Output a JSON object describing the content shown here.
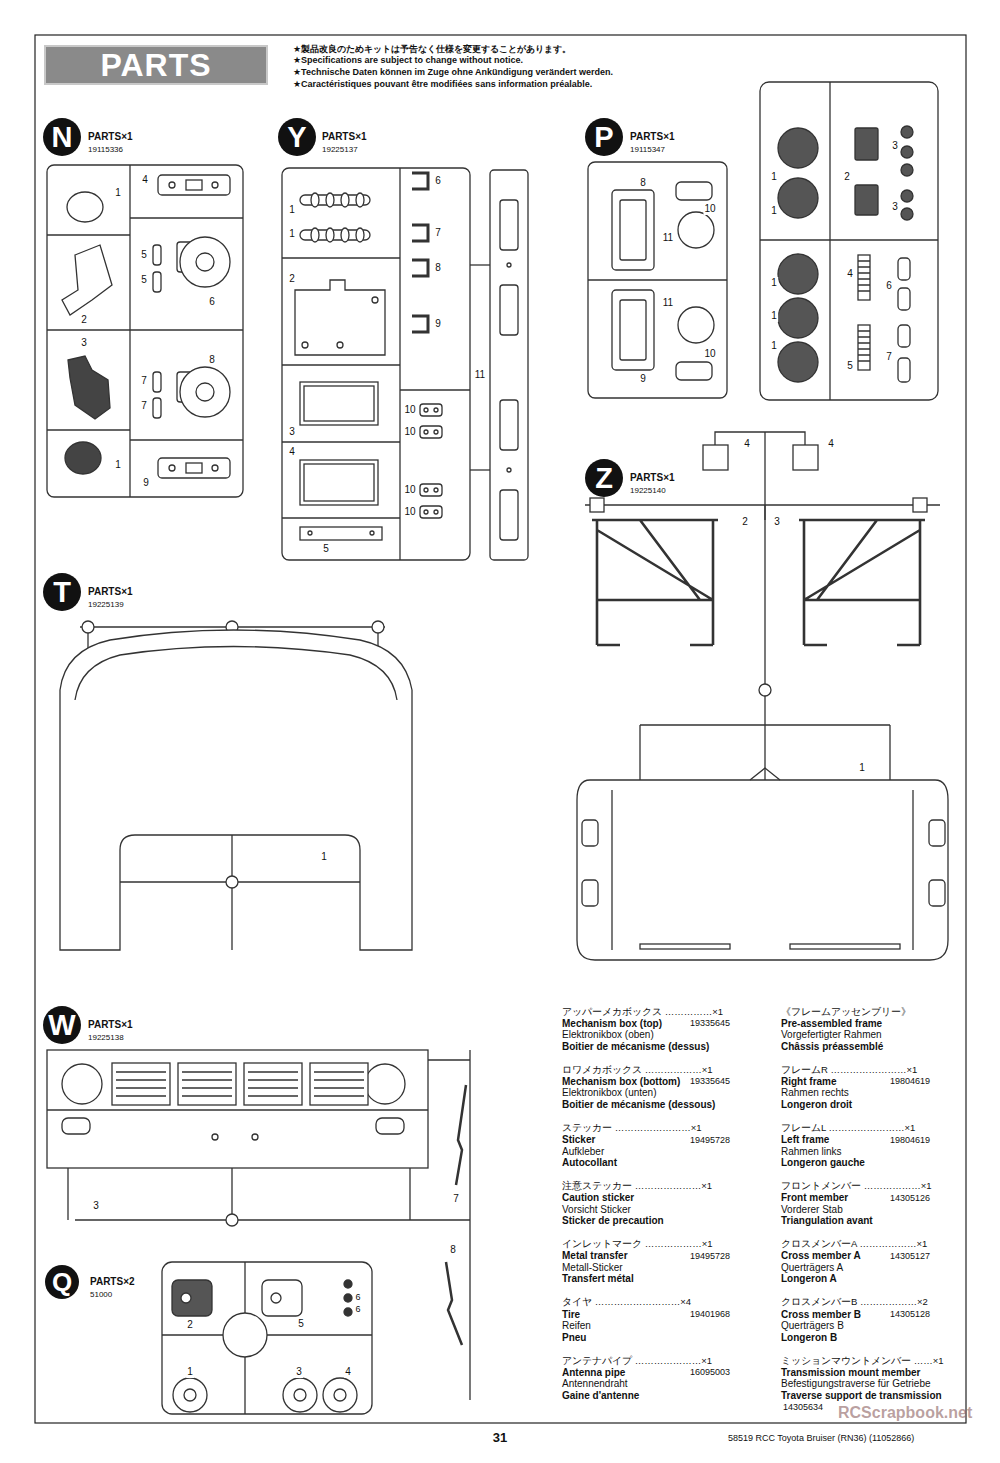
{
  "diagram": {
    "nodes": [
      {
        "text": [
          "PARTS"
        ]
      },
      {
        "text": [
          "N"
        ]
      },
      {
        "text": [
          "Y"
        ]
      },
      {
        "text": [
          "P"
        ]
      },
      {
        "text": [
          "Z"
        ]
      },
      {
        "text": [
          "T"
        ]
      },
      {
        "text": [
          "W"
        ]
      },
      {
        "text": [
          "Q"
        ]
      }
    ],
    "labels": [
      "★製品改良のためキットは予告なく仕様を変更することがあります。",
      "★Specifications are subject to change without notice.",
      "★Technische Daten können im Zuge ohne Ankündigung verändert werden.",
      "★Caractéristiques pouvant être modifiées sans information préalable.",
      "PARTS×1",
      "19115336",
      "1",
      "4",
      "5",
      "5",
      "6",
      "2",
      "3",
      "8",
      "7",
      "7",
      "1",
      "9",
      "PARTS×1",
      "19225137",
      "6",
      "1",
      "1",
      "7",
      "2",
      "8",
      "9",
      "11",
      "3",
      "4",
      "10",
      "10",
      "10",
      "10",
      "5",
      "PARTS×1",
      "19115347",
      "8",
      "10",
      "11",
      "11",
      "10",
      "9",
      "3",
      "1",
      "2",
      "3",
      "1",
      "4",
      "6",
      "1",
      "1",
      "5",
      "7",
      "1",
      "PARTS×1",
      "19225140",
      "4",
      "4",
      "2",
      "3",
      "1",
      "PARTS×1",
      "19225139",
      "1",
      "PARTS×1",
      "19225138",
      "3",
      "7",
      "8",
      "PARTS×2",
      "51000",
      "2",
      "5",
      "6",
      "6",
      "1",
      "3",
      "4",
      "アッパーメカボックス ……………×1",
      "Mechanism box (top)",
      "19335645",
      "Elektronikbox (oben)",
      "Boitier de mécanisme (dessus)",
      "ロワメカボックス ………………×1",
      "Mechanism box (bottom)",
      "19335645",
      "Elektronikbox (unten)",
      "Boitier de mécanisme (dessous)",
      "ステッカー ……………………×1",
      "Sticker",
      "19495728",
      "Aufkleber",
      "Autocollant",
      "注意ステッカー …………………×1",
      "Caution sticker",
      "Vorsicht Sticker",
      "Sticker de precaution",
      "インレットマーク ………………×1",
      "Metal transfer",
      "19495728",
      "Metall-Sticker",
      "Transfert métal",
      "タイヤ ………………………×4",
      "Tire",
      "19401968",
      "Reifen",
      "Pneu",
      "アンテナパイプ …………………×1",
      "Antenna pipe",
      "16095003",
      "Antennendraht",
      "Gaine d'antenne",
      "《フレームアッセンブリー》",
      "Pre-assembled frame",
      "Vorgefertigter Rahmen",
      "Châssis préassemblé",
      "フレームR ……………………×1",
      "Right frame",
      "19804619",
      "Rahmen rechts",
      "Longeron droit",
      "フレームL ……………………×1",
      "Left frame",
      "19804619",
      "Rahmen links",
      "Longeron gauche",
      "フロントメンバー ………………×1",
      "Front member",
      "14305126",
      "Vorderer Stab",
      "Triangulation avant",
      "クロスメンバーA ………………×1",
      "Cross member A",
      "14305127",
      "Querträgers A",
      "Longeron A",
      "クロスメンバーB ………………×2",
      "Cross member B",
      "14305128",
      "Querträgers B",
      "Longeron B",
      "ミッションマウントメンバー ……×1",
      "Transmission mount member",
      "Befestigungstraverse für Getriebe",
      "Traverse support de transmission",
      "14305634",
      "31",
      "58519 RCC Toyota Bruiser (RN36) (11052866)",
      "RCScrapbook.net"
    ]
  }
}
